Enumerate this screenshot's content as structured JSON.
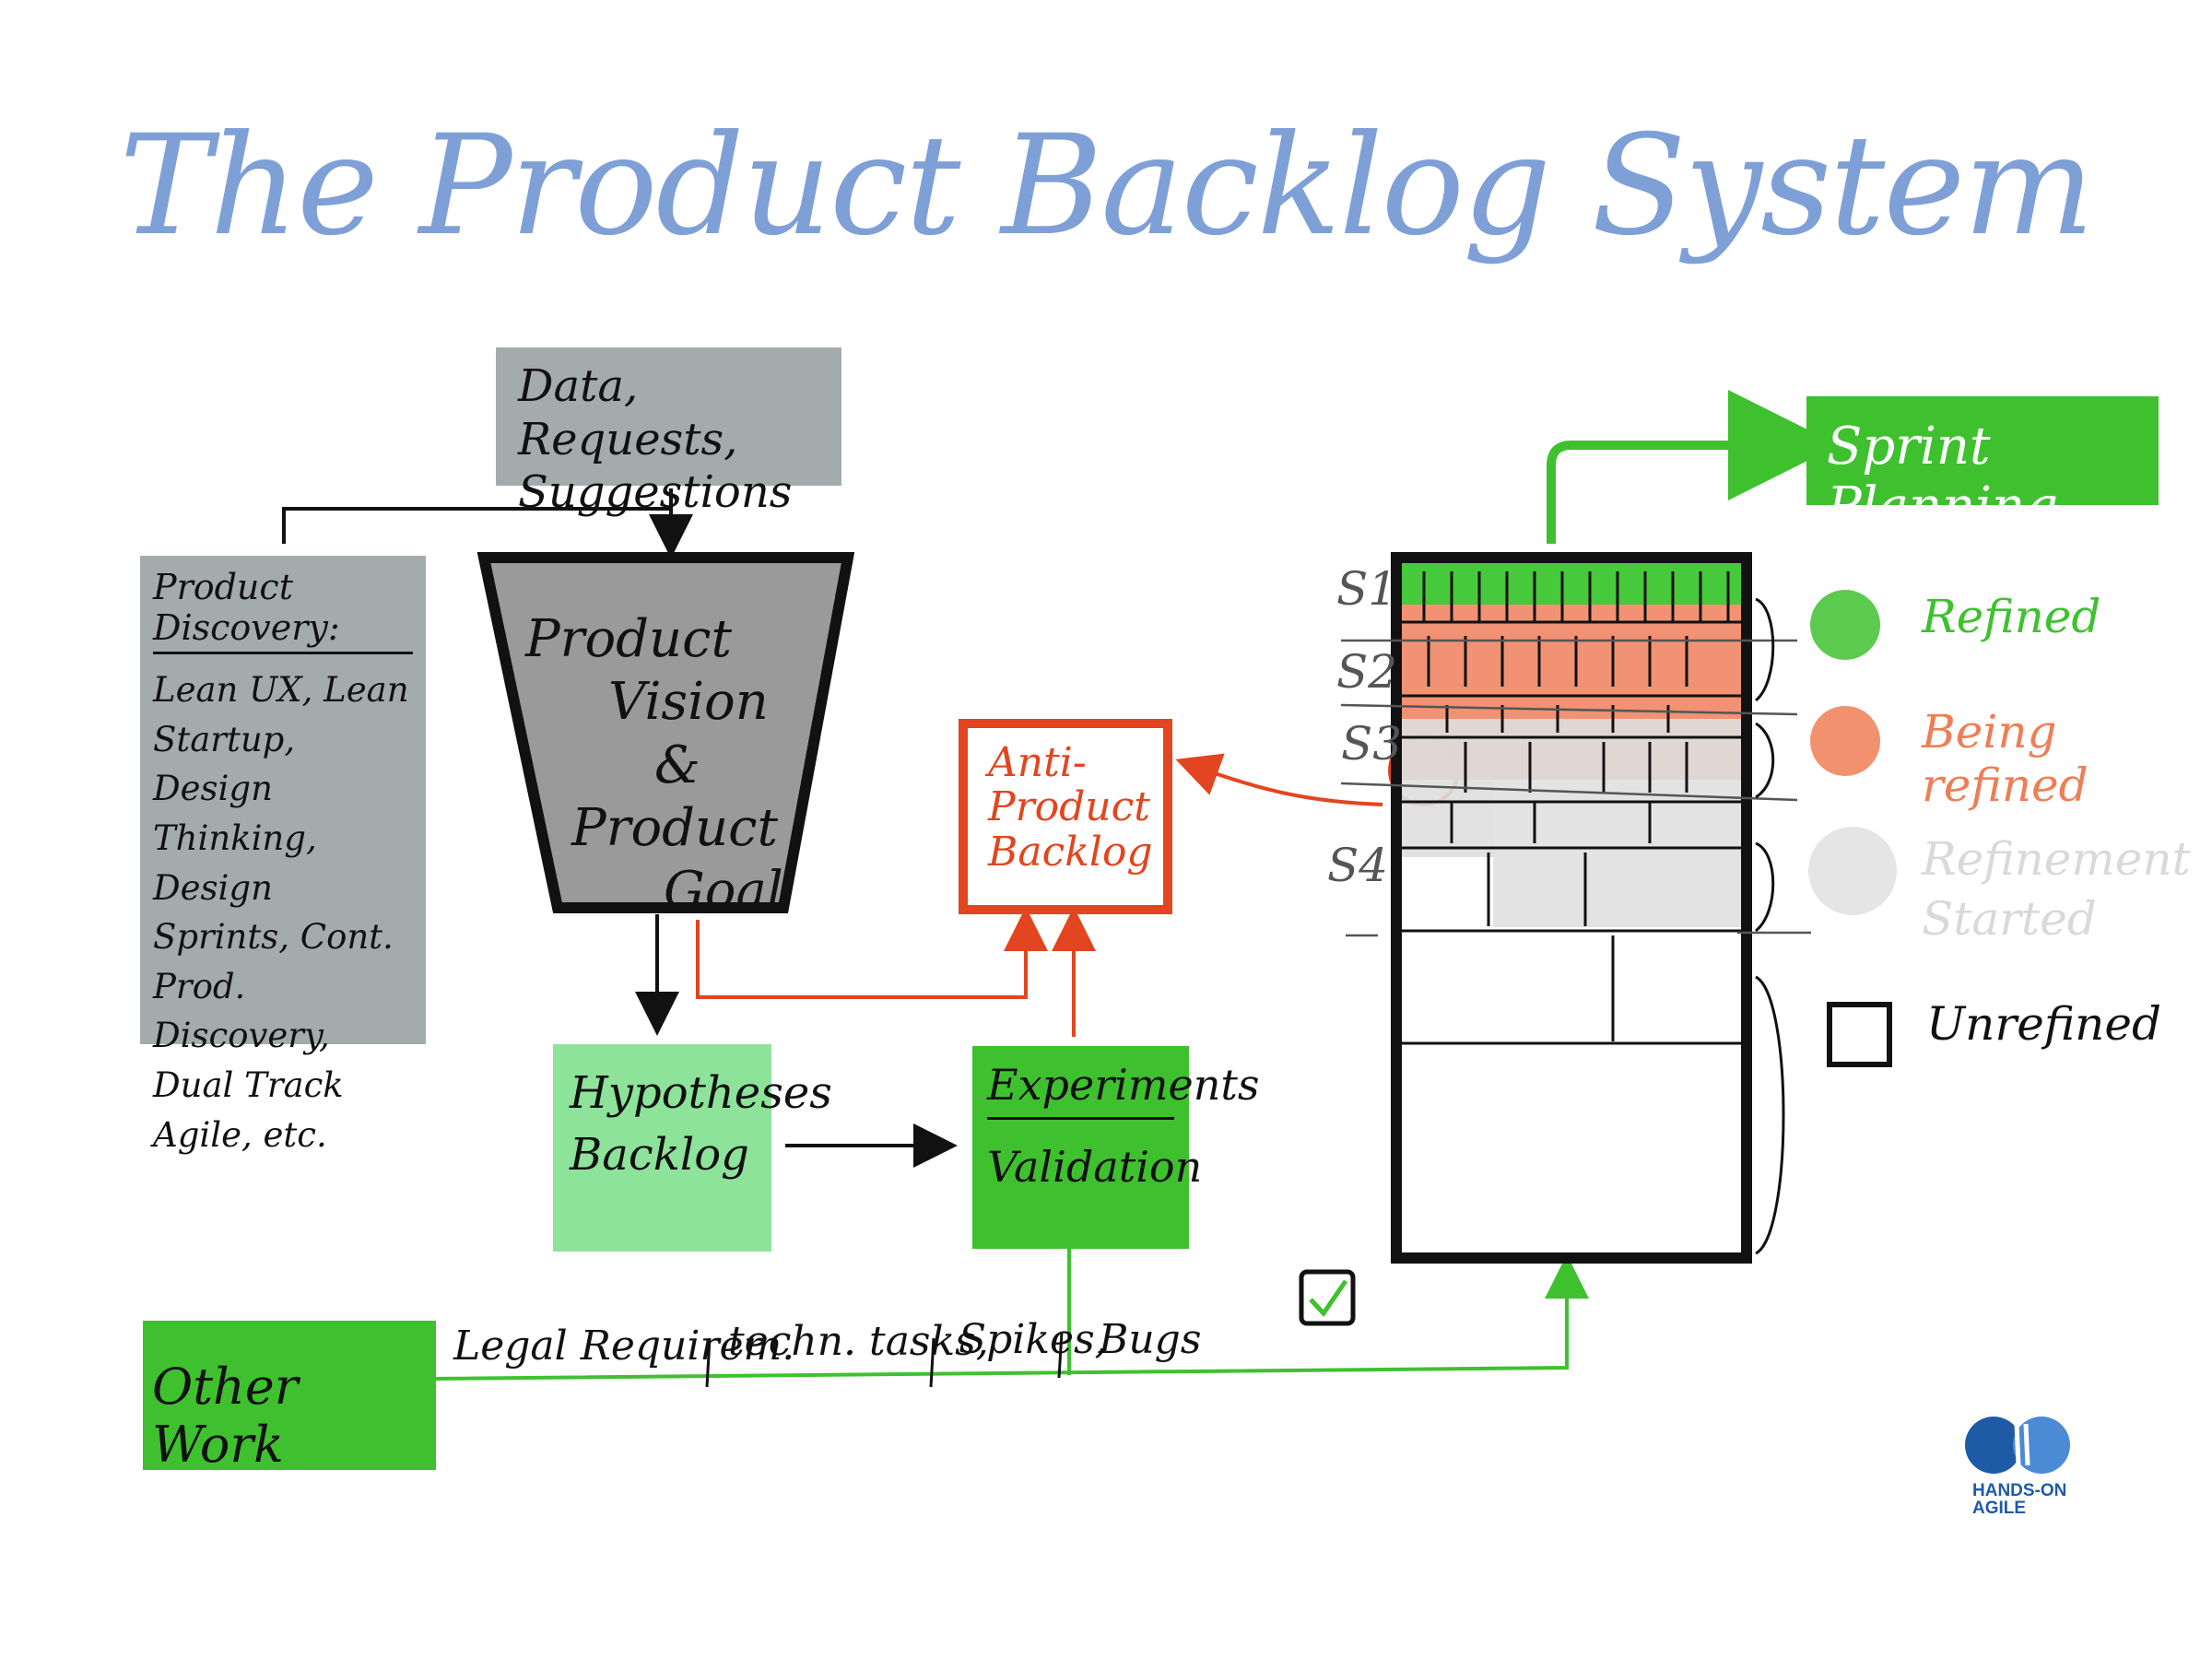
{
  "title": "The Product Backlog System",
  "inputs_box": {
    "text": "Data, Requests, Suggestions"
  },
  "discovery_box": {
    "heading": "Product Discovery:",
    "lines": [
      "Lean UX, Lean",
      "Startup, Design",
      "Thinking, Design",
      "Sprints, Cont.",
      "Prod. Discovery,",
      "Dual Track",
      "Agile, etc."
    ]
  },
  "funnel": {
    "lines": [
      "Product",
      "Vision",
      "&",
      "Product",
      "Goal"
    ]
  },
  "anti_backlog": {
    "lines": [
      "Anti-",
      "Product",
      "Backlog"
    ]
  },
  "hypotheses_box": {
    "lines": [
      "Hypotheses",
      "Backlog"
    ]
  },
  "experiments_box": {
    "line1": "Experiments",
    "line2": "Validation"
  },
  "other_work": {
    "label": "Other Work",
    "items": [
      "Legal Requirem.",
      "techn. tasks,",
      "Spikes,",
      "Bugs"
    ]
  },
  "sprint_planning": {
    "label": "Sprint Planning"
  },
  "sprint_markers": [
    "S1",
    "S2",
    "S3",
    "S4"
  ],
  "legend": [
    {
      "label": "Refined",
      "color": "#3fc12f"
    },
    {
      "label": "Being refined",
      "color": "#ee7e55"
    },
    {
      "label": "Refinement Started",
      "color": "#d9d9d9"
    },
    {
      "label": "Unrefined",
      "color": "#111111"
    }
  ],
  "logo": {
    "line1": "HANDS-ON",
    "line2": "AGILE"
  },
  "colors": {
    "title": "#7fa0d6",
    "gray_box": "#a4abac",
    "green": "#3fc12f",
    "light_green": "#8ee39b",
    "red": "#e2451f",
    "orange": "#ee7e55",
    "logo_blue": "#1f5aa6"
  }
}
